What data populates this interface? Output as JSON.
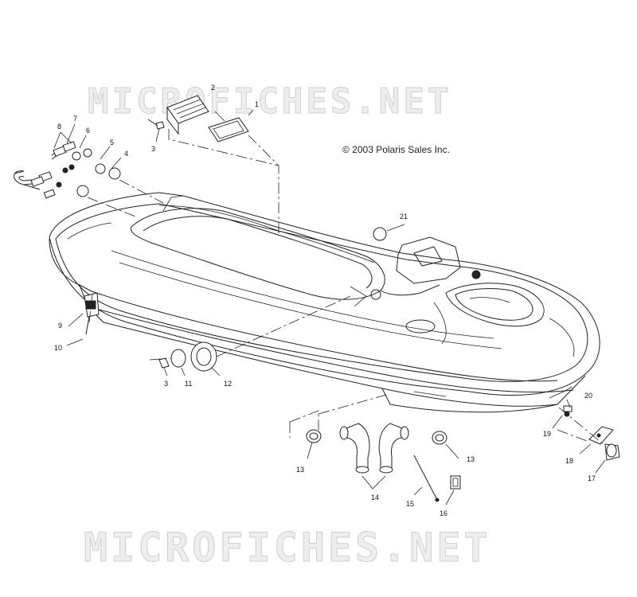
{
  "watermark_text": "MICROFICHES.NET",
  "copyright": "© 2003 Polaris Sales Inc.",
  "callouts": {
    "c1": "1",
    "c2": "2",
    "c3a": "3",
    "c3b": "3",
    "c4": "4",
    "c5": "5",
    "c6": "6",
    "c7": "7",
    "c8": "8",
    "c9": "9",
    "c10": "10",
    "c11": "11",
    "c12": "12",
    "c13a": "13",
    "c13b": "13",
    "c14": "14",
    "c15": "15",
    "c16": "16",
    "c17": "17",
    "c18": "18",
    "c19": "19",
    "c20": "20",
    "c21": "21"
  }
}
